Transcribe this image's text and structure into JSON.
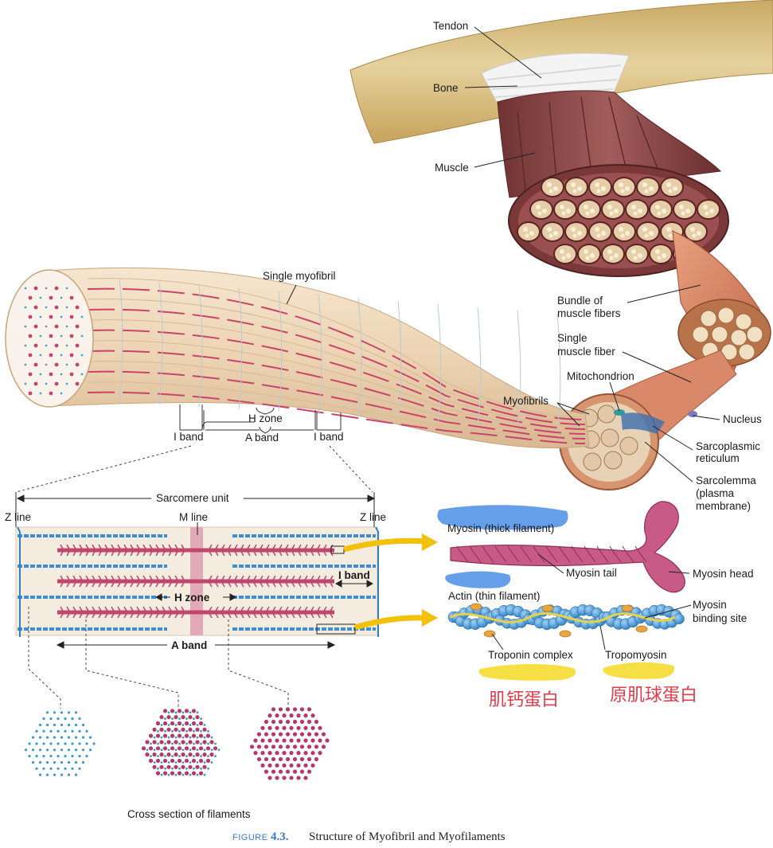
{
  "labels": {
    "tendon": "Tendon",
    "bone": "Bone",
    "muscle": "Muscle",
    "single_myofibril": "Single myofibril",
    "bundle_line1": "Bundle of",
    "bundle_line2": "muscle fibers",
    "single_fiber_line1": "Single",
    "single_fiber_line2": "muscle fiber",
    "mitochondrion": "Mitochondrion",
    "myofibrils": "Myofibrils",
    "nucleus": "Nucleus",
    "sarcoplasmic_line1": "Sarcoplasmic",
    "sarcoplasmic_line2": "reticulum",
    "sarcolemma_line1": "Sarcolemma",
    "sarcolemma_line2": "(plasma",
    "sarcolemma_line3": "membrane)",
    "h_zone_top": "H zone",
    "i_band_left": "I band",
    "a_band_top": "A band",
    "i_band_right": "I band",
    "sarcomere_unit": "Sarcomere unit",
    "z_line_left": "Z line",
    "m_line": "M line",
    "z_line_right": "Z line",
    "i_band_inner": "I band",
    "h_zone_inner": "H zone",
    "a_band_bottom": "A band",
    "myosin_thick": "Myosin (thick filament)",
    "myosin_tail": "Myosin tail",
    "myosin_head": "Myosin head",
    "actin_thin": "Actin (thin filament)",
    "myosin_binding_line1": "Myosin",
    "myosin_binding_line2": "binding site",
    "troponin_complex": "Troponin complex",
    "tropomyosin": "Tropomyosin",
    "cross_section": "Cross section of filaments",
    "handwritten_left": "肌钙蛋白",
    "handwritten_right": "原肌球蛋白"
  },
  "caption": {
    "figure_word": "FIGURE",
    "figure_number": "4.3.",
    "title": "Structure of Myofibril and Myofilaments"
  },
  "colors": {
    "bone": "#dcc389",
    "muscle": "#8e4a4a",
    "myofibril": "#efd9bc",
    "myosin": "#c0466e",
    "actin": "#3c8fd6",
    "m_line": "#e2a9b8",
    "arrow": "#f2c20a",
    "highlight_blue": "#4a8ee6",
    "highlight_yellow": "#f5dc30",
    "handwriting": "#e23a4a",
    "caption_blue": "#3a78c8"
  }
}
